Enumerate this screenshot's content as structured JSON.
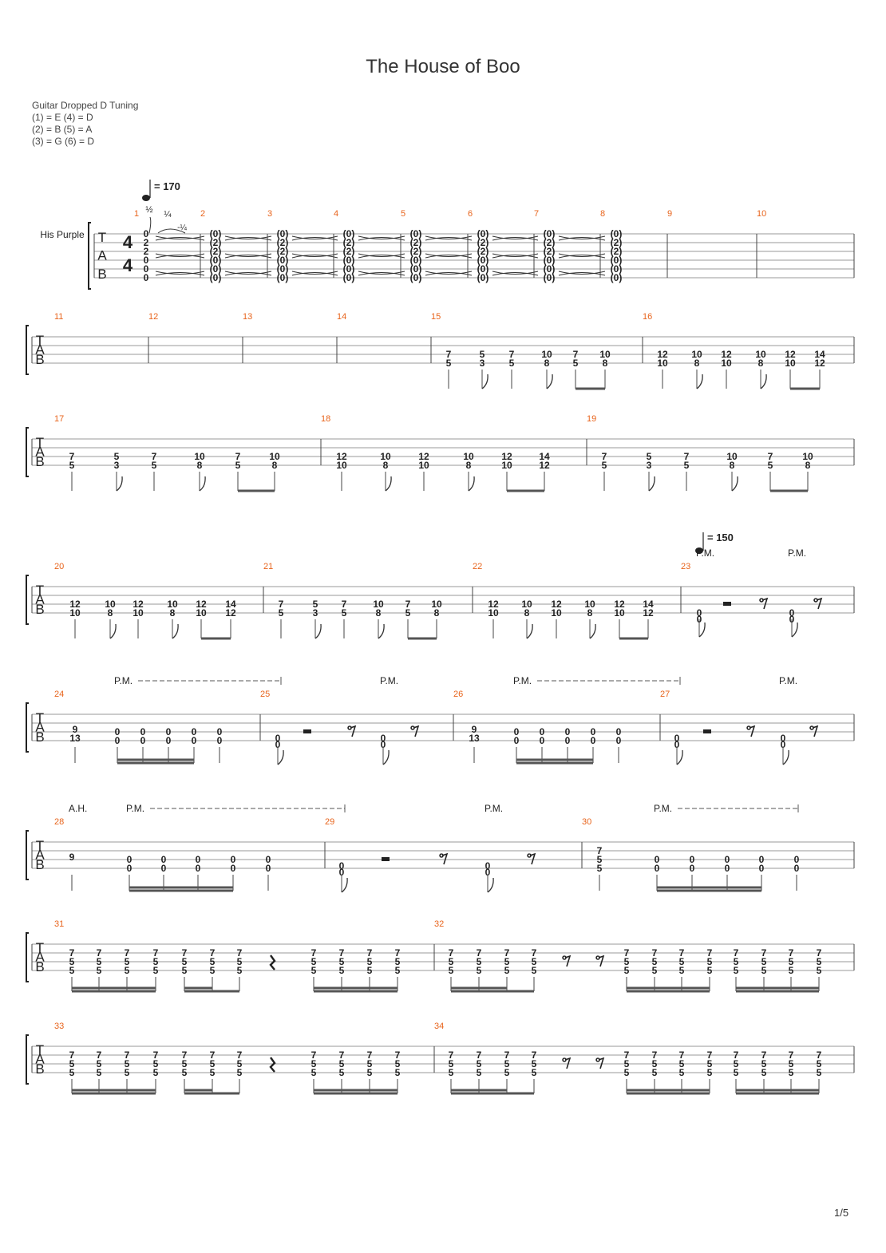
{
  "title": "The House of Boo",
  "tuning": {
    "name": "Guitar Dropped D Tuning",
    "lines": [
      "(1) = E (4) = D",
      "(2) = B (5) = A",
      "(3) = G (6) = D"
    ]
  },
  "track_name": "His Purple",
  "time_signature": [
    "4",
    "4"
  ],
  "tempo_1": "= 170",
  "tempo_2": "= 150",
  "bend_labels": [
    "½",
    "¼",
    "-¼"
  ],
  "page_number": "1/5",
  "marks": {
    "pm": "P.M.",
    "ah": "A.H."
  },
  "colors": {
    "measure_number": "#e8641c",
    "staff_line": "#9a9a9a",
    "text": "#222222"
  },
  "tab_letters": [
    "T",
    "A",
    "B"
  ],
  "riffs": {
    "m15": [
      [
        "7",
        "5"
      ],
      [
        "5",
        "3"
      ],
      [
        "7",
        "5"
      ],
      [
        "10",
        "8"
      ],
      [
        "7",
        "5"
      ],
      [
        "10",
        "8"
      ]
    ],
    "m16": [
      [
        "12",
        "10"
      ],
      [
        "10",
        "8"
      ],
      [
        "12",
        "10"
      ],
      [
        "10",
        "8"
      ],
      [
        "12",
        "10"
      ],
      [
        "14",
        "12"
      ]
    ],
    "gallop": [
      "0",
      "0",
      "0",
      "0",
      "0"
    ],
    "chord_triple": [
      "7",
      "5",
      "5"
    ]
  }
}
